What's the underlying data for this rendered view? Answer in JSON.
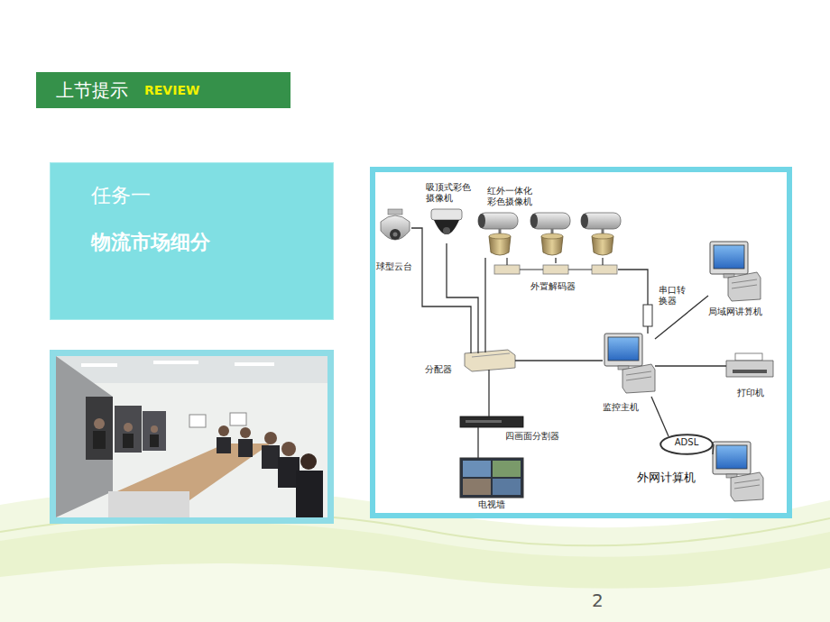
{
  "diagram": {
    "nodes": [
      {
        "text": [
          "上节提示",
          "REVIEW"
        ]
      },
      {
        "text": [
          "任务一",
          "物流市场细分"
        ]
      },
      {
        "text": [
          "球型云台"
        ]
      },
      {
        "text": [
          "吸顶式彩色摄像机"
        ]
      },
      {
        "text": [
          "红外一体化彩色摄像机"
        ]
      },
      {
        "text": [
          "外置解码器"
        ]
      },
      {
        "text": [
          "串口转换器"
        ]
      },
      {
        "text": [
          "局域网讲算机"
        ]
      },
      {
        "text": [
          "分配器"
        ]
      },
      {
        "text": [
          "监控主机"
        ]
      },
      {
        "text": [
          "打印机"
        ]
      },
      {
        "text": [
          "ADSL"
        ]
      },
      {
        "text": [
          "外网计算机"
        ]
      },
      {
        "text": [
          "四画面分割器"
        ]
      },
      {
        "text": [
          "电视墙"
        ]
      }
    ],
    "edges": [
      {
        "from": 2,
        "to": 8,
        "arrow": "none"
      },
      {
        "from": 3,
        "to": 8,
        "arrow": "none"
      },
      {
        "from": 4,
        "to": 5,
        "arrow": "none"
      },
      {
        "from": 4,
        "to": 8,
        "arrow": "none"
      },
      {
        "from": 5,
        "to": 6,
        "arrow": "none"
      },
      {
        "from": 6,
        "to": 9,
        "arrow": "none"
      },
      {
        "from": 8,
        "to": 9,
        "arrow": "none"
      },
      {
        "from": 8,
        "to": 13,
        "arrow": "none"
      },
      {
        "from": 13,
        "to": 14,
        "arrow": "none"
      },
      {
        "from": 9,
        "to": 7,
        "arrow": "none"
      },
      {
        "from": 9,
        "to": 10,
        "arrow": "none"
      },
      {
        "from": 9,
        "to": 11,
        "arrow": "none"
      },
      {
        "from": 11,
        "to": 12,
        "arrow": "none"
      }
    ],
    "labels": [
      "2"
    ]
  }
}
